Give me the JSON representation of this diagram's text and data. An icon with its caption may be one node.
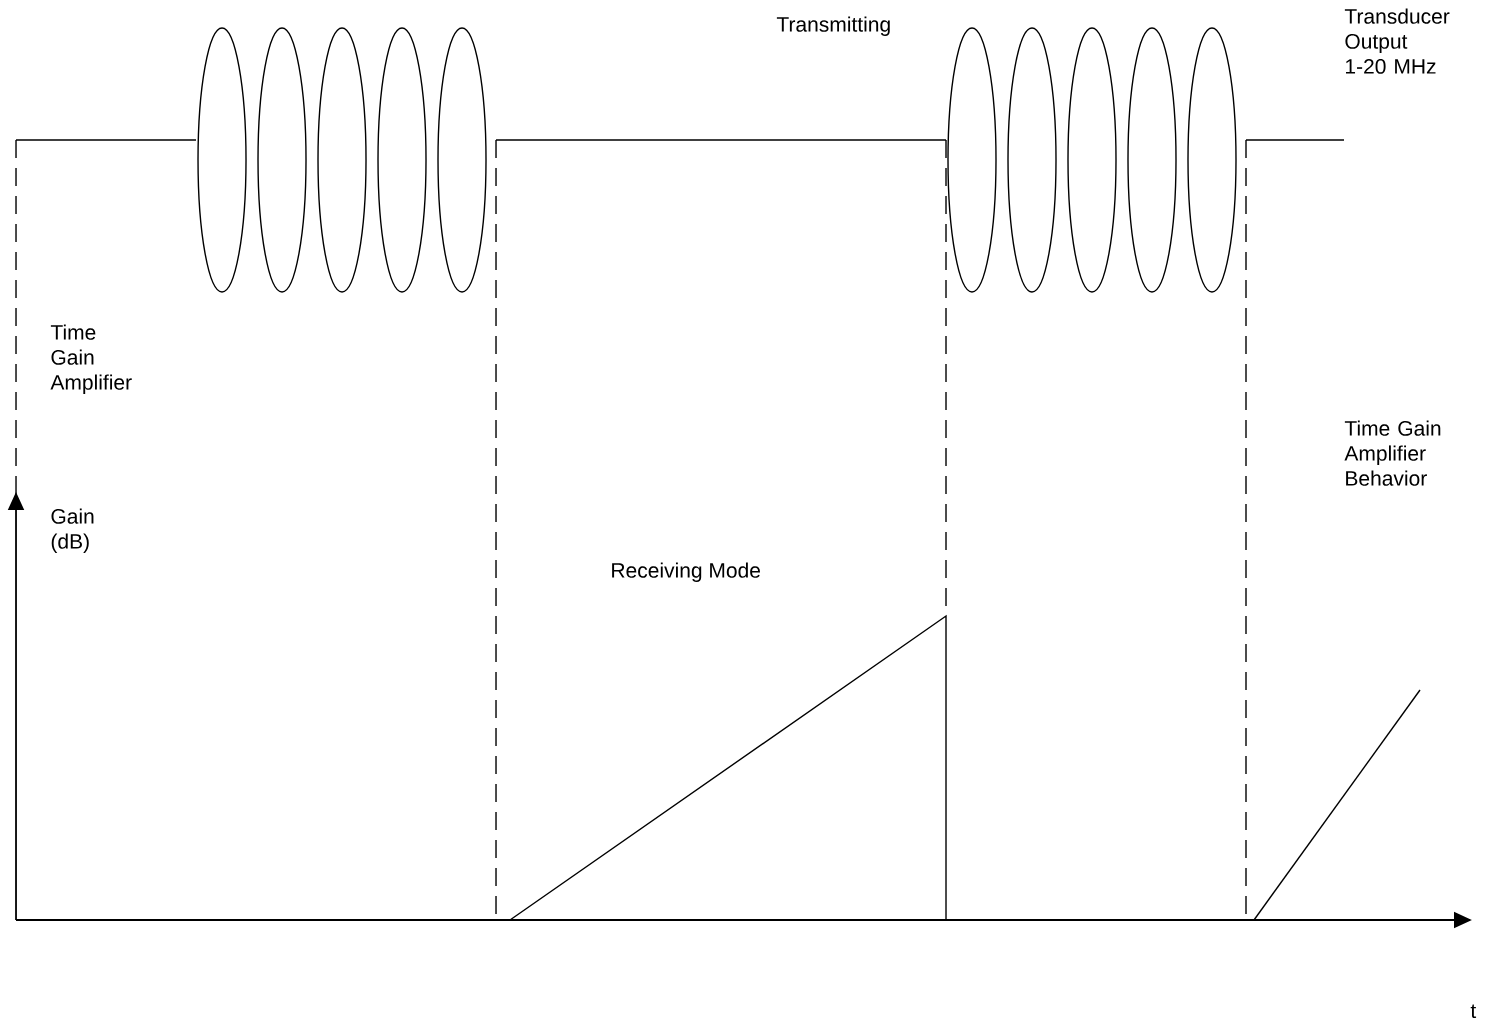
{
  "diagram": {
    "labels": [
      "Transmitting",
      "Transducer Output 1-20 MHz",
      "Time Gain Amplifier",
      "Time Gain Amplifier Behavior",
      "Gain (dB)",
      "Receiving Mode",
      "t"
    ]
  }
}
